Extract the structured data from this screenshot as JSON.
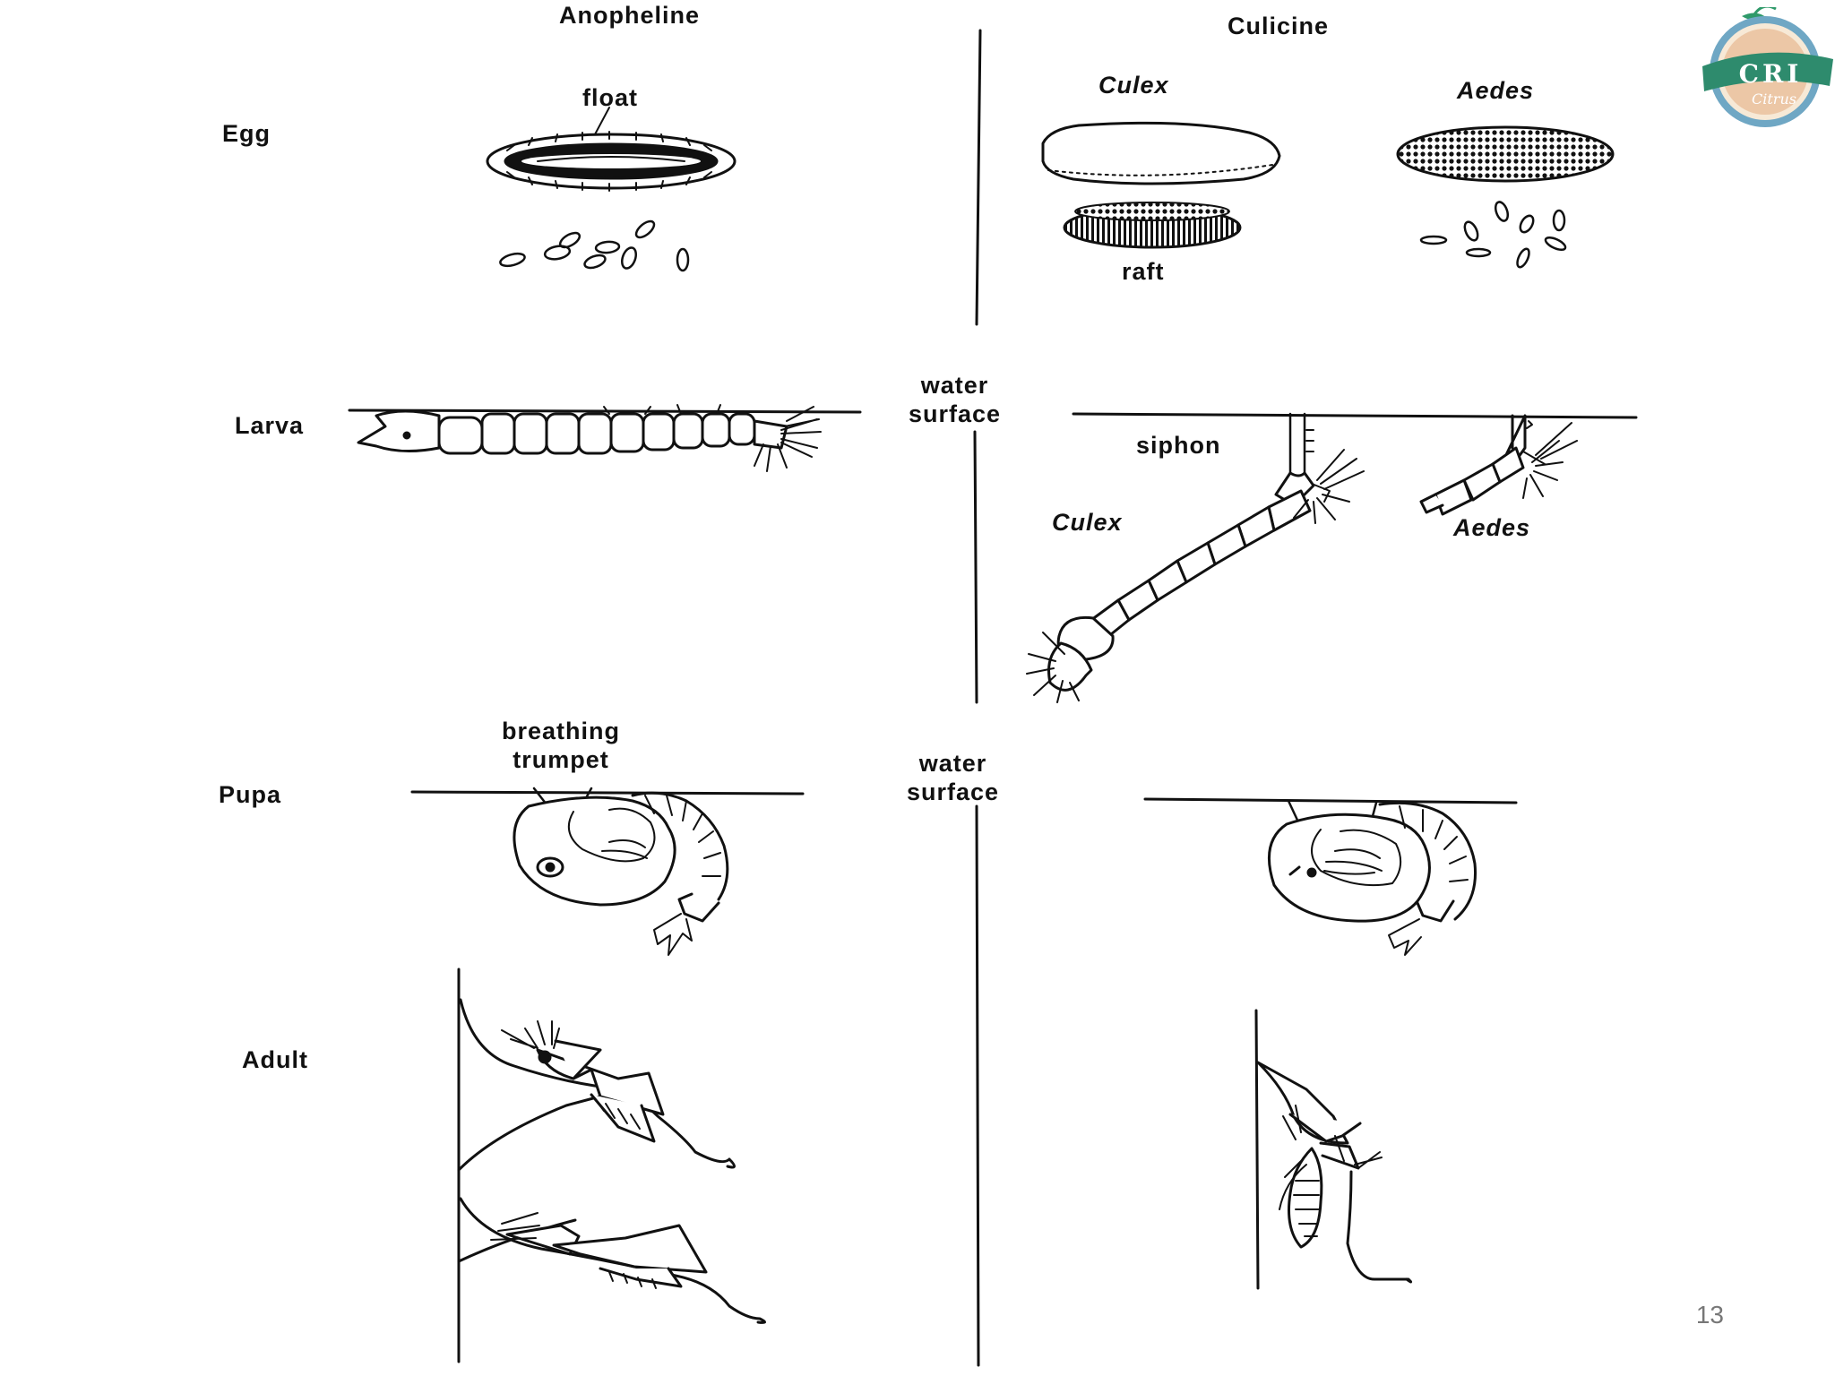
{
  "columns": {
    "left": "Anopheline",
    "right": "Culicine"
  },
  "stages": {
    "egg": "Egg",
    "larva": "Larva",
    "pupa": "Pupa",
    "adult": "Adult"
  },
  "egg": {
    "float_label": "float",
    "culex": "Culex",
    "aedes": "Aedes",
    "raft_label": "raft"
  },
  "larva": {
    "water_surface_line1": "water",
    "water_surface_line2": "surface",
    "siphon_label": "siphon",
    "culex": "Culex",
    "aedes": "Aedes"
  },
  "pupa": {
    "breathing_line1": "breathing",
    "breathing_line2": "trumpet",
    "water_surface_line1": "water",
    "water_surface_line2": "surface"
  },
  "logo": {
    "text": "CRI",
    "subtext": "Citrus",
    "colors": {
      "ring": "#6fa7c4",
      "band": "#2e8b6d",
      "leaf": "#2f9a6a"
    }
  },
  "slide": {
    "page_number": "13"
  }
}
